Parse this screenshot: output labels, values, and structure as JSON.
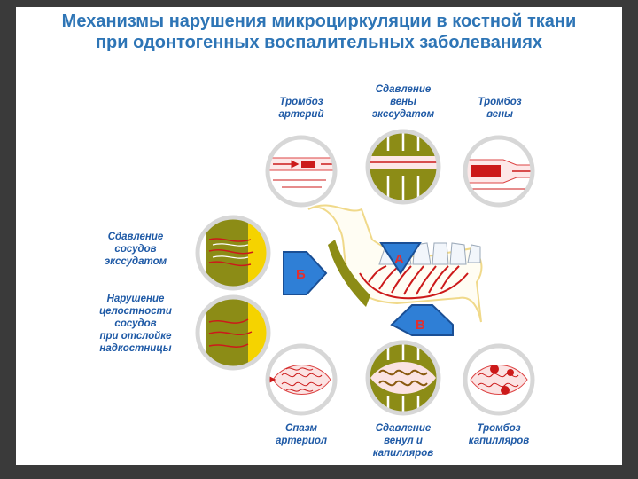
{
  "title_line1": "Механизмы нарушения микроциркуляции в костной ткани",
  "title_line2": "при одонтогенных воспалительных заболеваниях",
  "top_labels": {
    "artery_thrombosis": "Тромбоз\nартерий",
    "vein_compression": "Сдавление\nвены\nэкссудатом",
    "vein_thrombosis": "Тромбоз\nвены"
  },
  "left_labels": {
    "vessel_compression": "Сдавление\nсосудов\nэкссудатом",
    "vessel_integrity": "Нарушение\nцелостности\nсосудов\nпри отслойке\nнадкостницы"
  },
  "bottom_labels": {
    "arteriole_spasm": "Спазм\nартериол",
    "venule_compression": "Сдавление\nвенул и\nкапилляров",
    "capillary_thrombosis": "Тромбоз\nкапилляров"
  },
  "markers": {
    "a": "А",
    "b": "Б",
    "v": "В"
  },
  "colors": {
    "title": "#2e75b6",
    "label": "#1f5aa6",
    "olive": "#8c8c16",
    "yellow": "#f5d300",
    "vessel_red": "#cc1a1a",
    "marker_blue": "#2f7fd6"
  }
}
